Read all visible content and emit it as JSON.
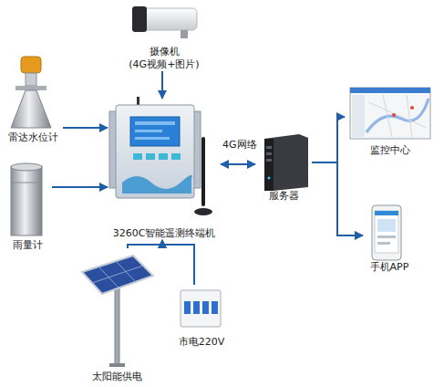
{
  "diagram": {
    "nodes": [
      {
        "text": [
          "摄像机",
          "(4G视频+图片)"
        ]
      },
      {
        "text": [
          "雷达水位计"
        ]
      },
      {
        "text": [
          "雨量计"
        ]
      },
      {
        "text": [
          "3260C智能遥测终端机"
        ]
      },
      {
        "text": [
          "服务器"
        ]
      },
      {
        "text": [
          "监控中心"
        ]
      },
      {
        "text": [
          "手机APP"
        ]
      },
      {
        "text": [
          "太阳能供电"
        ]
      },
      {
        "text": [
          "市电220V"
        ]
      }
    ],
    "edges": [
      {
        "from": 0,
        "to": 3,
        "arrow": "to"
      },
      {
        "from": 1,
        "to": 3,
        "arrow": "to"
      },
      {
        "from": 2,
        "to": 3,
        "arrow": "to"
      },
      {
        "from": 3,
        "to": 4,
        "label": "4G网络",
        "arrow": "both"
      },
      {
        "from": 4,
        "to": 5,
        "arrow": "to"
      },
      {
        "from": 4,
        "to": 6,
        "arrow": "to"
      },
      {
        "from": 7,
        "to": 3,
        "arrow": "to"
      },
      {
        "from": 8,
        "to": 3,
        "arrow": "to"
      }
    ]
  }
}
